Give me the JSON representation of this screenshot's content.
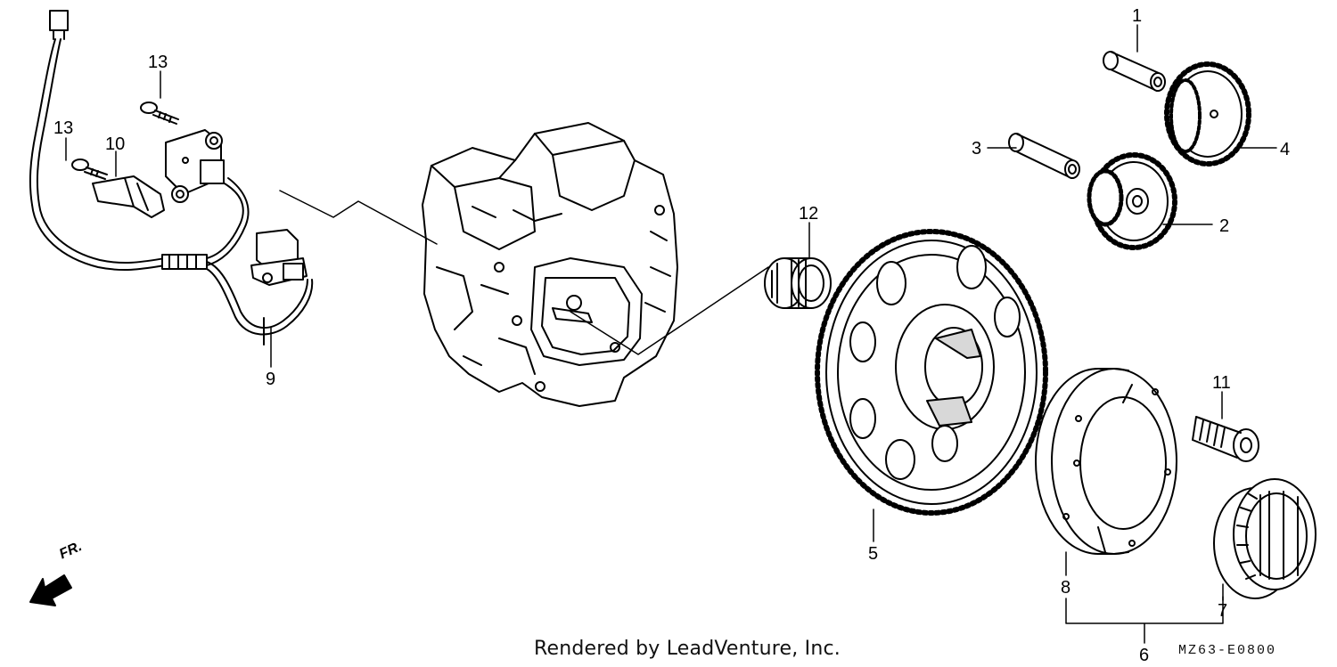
{
  "diagram": {
    "callouts": [
      "1",
      "2",
      "3",
      "4",
      "5",
      "6",
      "7",
      "8",
      "9",
      "10",
      "11",
      "12",
      "13",
      "13"
    ],
    "credit": "Rendered by LeadVenture, Inc.",
    "code": "MZ63-E0800",
    "direction": "FR."
  },
  "colors": {
    "line": "#000000",
    "shade": "#d8d8d8",
    "paper": "#ffffff"
  }
}
